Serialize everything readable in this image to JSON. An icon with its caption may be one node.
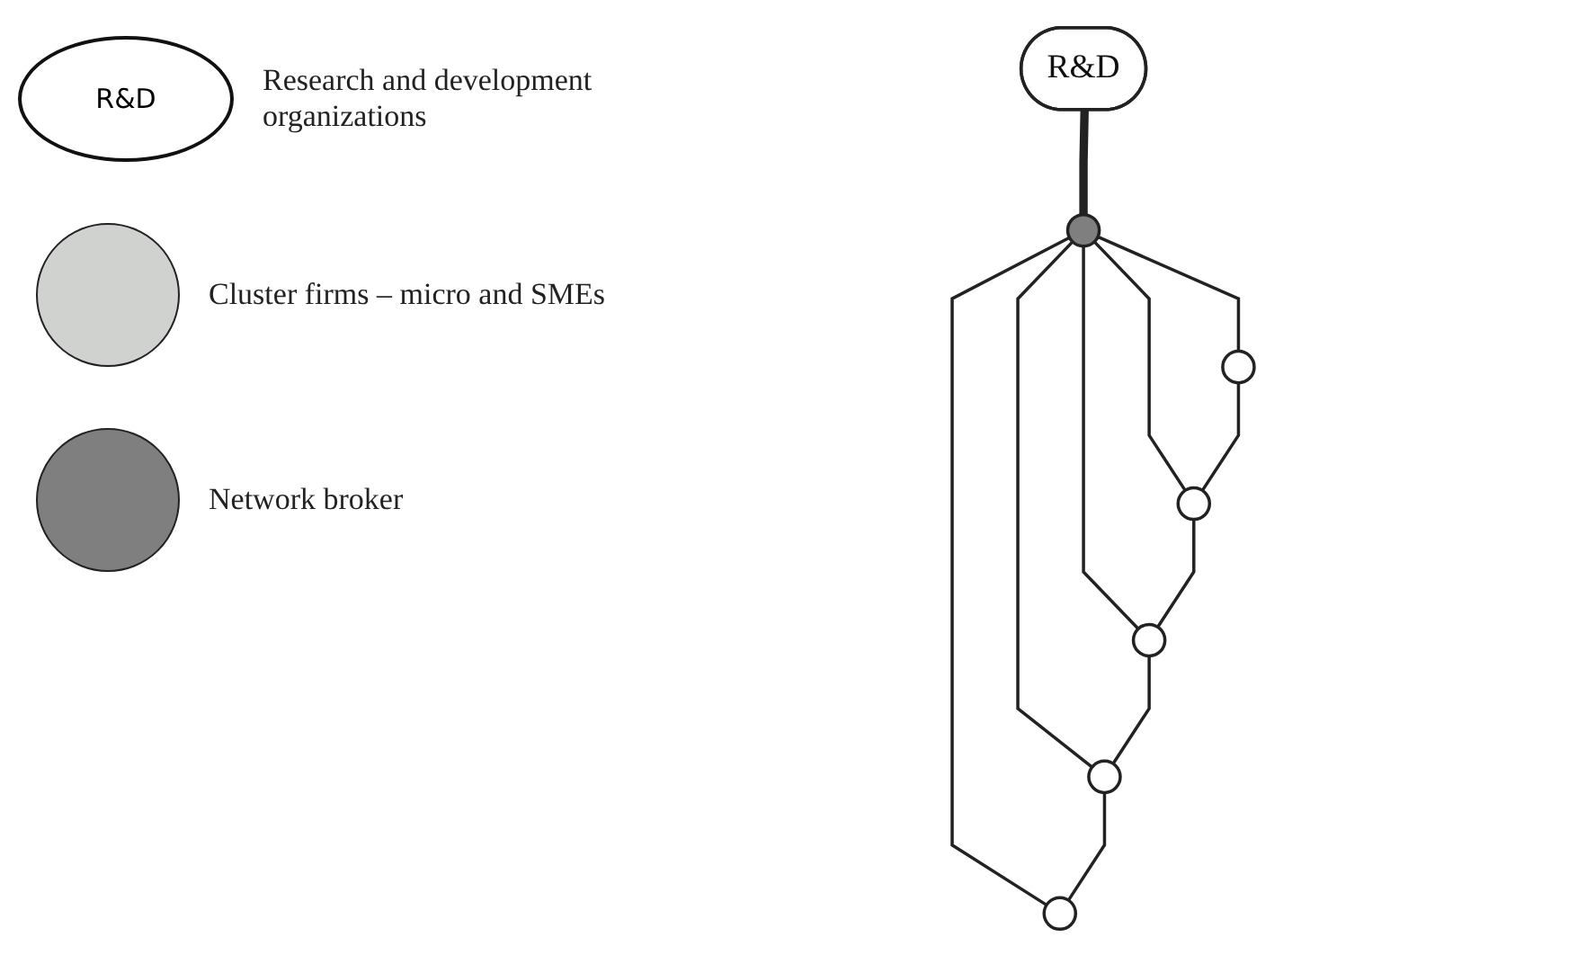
{
  "diagram": {
    "nodes": [
      {
        "text": [
          "R&D"
        ]
      },
      {
        "text": [],
        "shape": "circle"
      },
      {
        "text": [],
        "shape": "circle"
      },
      {
        "text": [],
        "shape": "circle"
      },
      {
        "text": [],
        "shape": "circle"
      },
      {
        "text": [],
        "shape": "circle"
      },
      {
        "text": [],
        "shape": "circle"
      }
    ],
    "edges": [
      {
        "from": 0,
        "to": 1,
        "arrow": "none",
        "style": "thick"
      },
      {
        "from": 1,
        "to": 2,
        "arrow": "none"
      },
      {
        "from": 1,
        "to": 3,
        "arrow": "none"
      },
      {
        "from": 1,
        "to": 4,
        "arrow": "none"
      },
      {
        "from": 1,
        "to": 5,
        "arrow": "none"
      },
      {
        "from": 1,
        "to": 6,
        "arrow": "none"
      },
      {
        "from": 2,
        "to": 4,
        "arrow": "none"
      },
      {
        "from": 4,
        "to": 6,
        "arrow": "none"
      },
      {
        "from": 6,
        "to": 5,
        "arrow": "none"
      },
      {
        "from": 5,
        "to": 3,
        "arrow": "none"
      }
    ],
    "labels": [
      "R&D"
    ],
    "legend": [
      {
        "text": "Research and development organizations"
      },
      {
        "text": "Cluster firms – micro and SMEs",
        "color": "#d0d2d0"
      },
      {
        "text": "Network broker",
        "color": "#7f7f7f"
      }
    ]
  }
}
